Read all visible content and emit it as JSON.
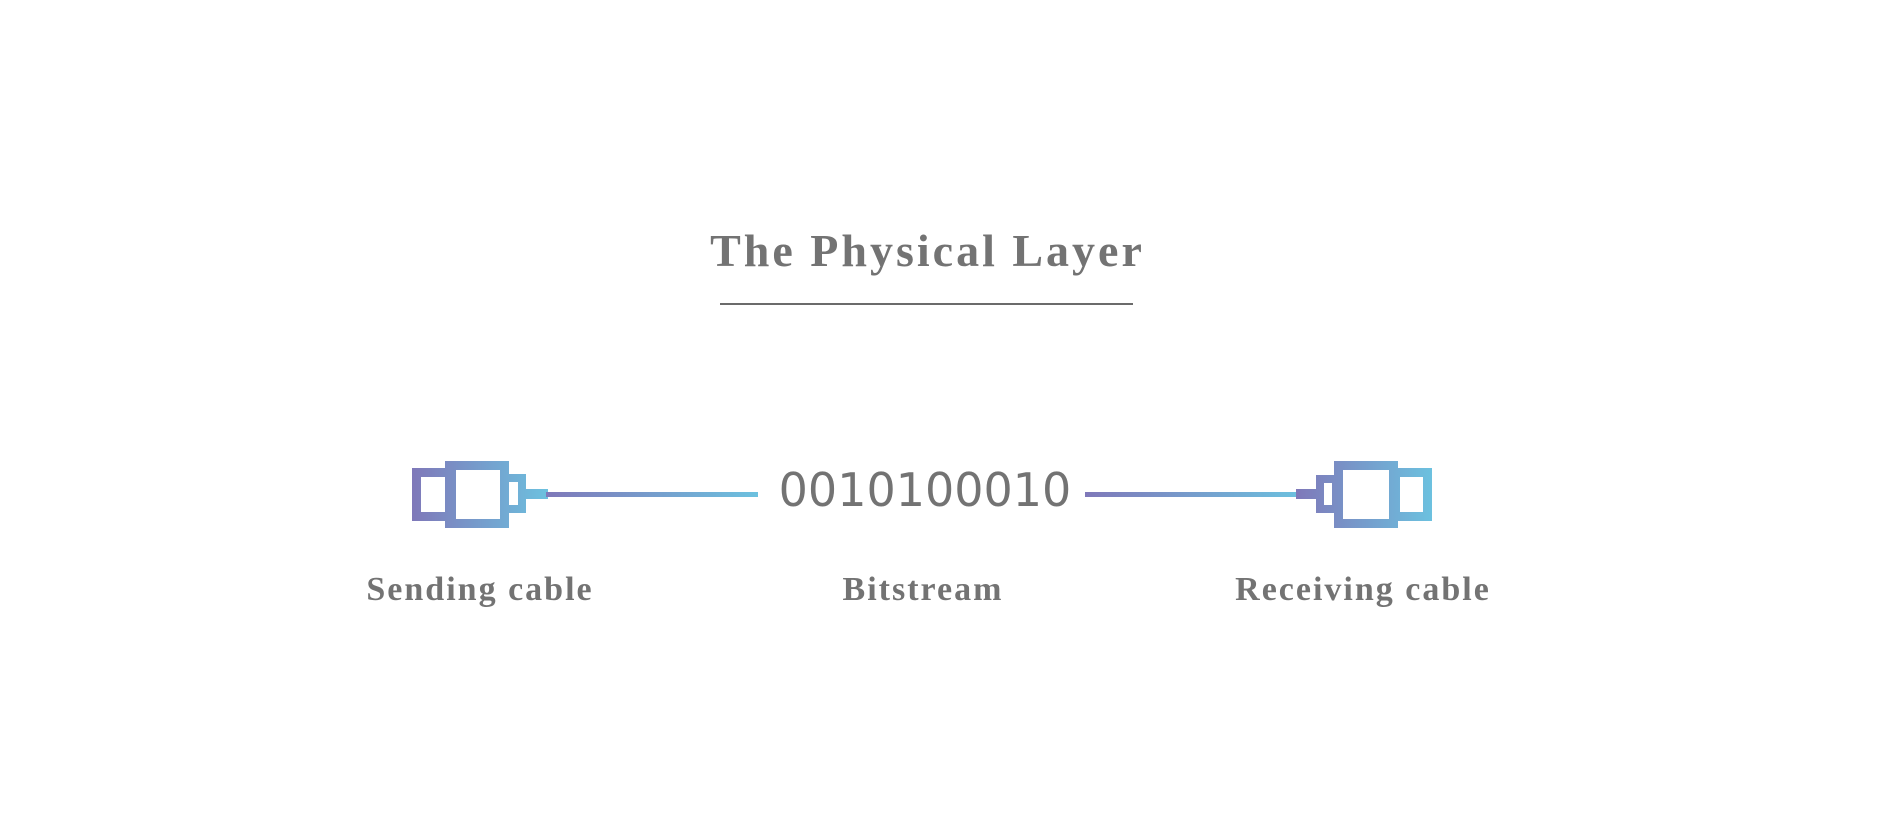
{
  "title": "The Physical Layer",
  "bitstream_value": "0010100010",
  "captions": {
    "sending": "Sending cable",
    "bitstream": "Bitstream",
    "receiving": "Receiving cable"
  },
  "colors": {
    "gradient_start": "#7f78b9",
    "gradient_end": "#6cc1df",
    "text": "#737373"
  },
  "icons": {
    "sending": "cable-plug-icon",
    "receiving": "cable-plug-icon"
  }
}
